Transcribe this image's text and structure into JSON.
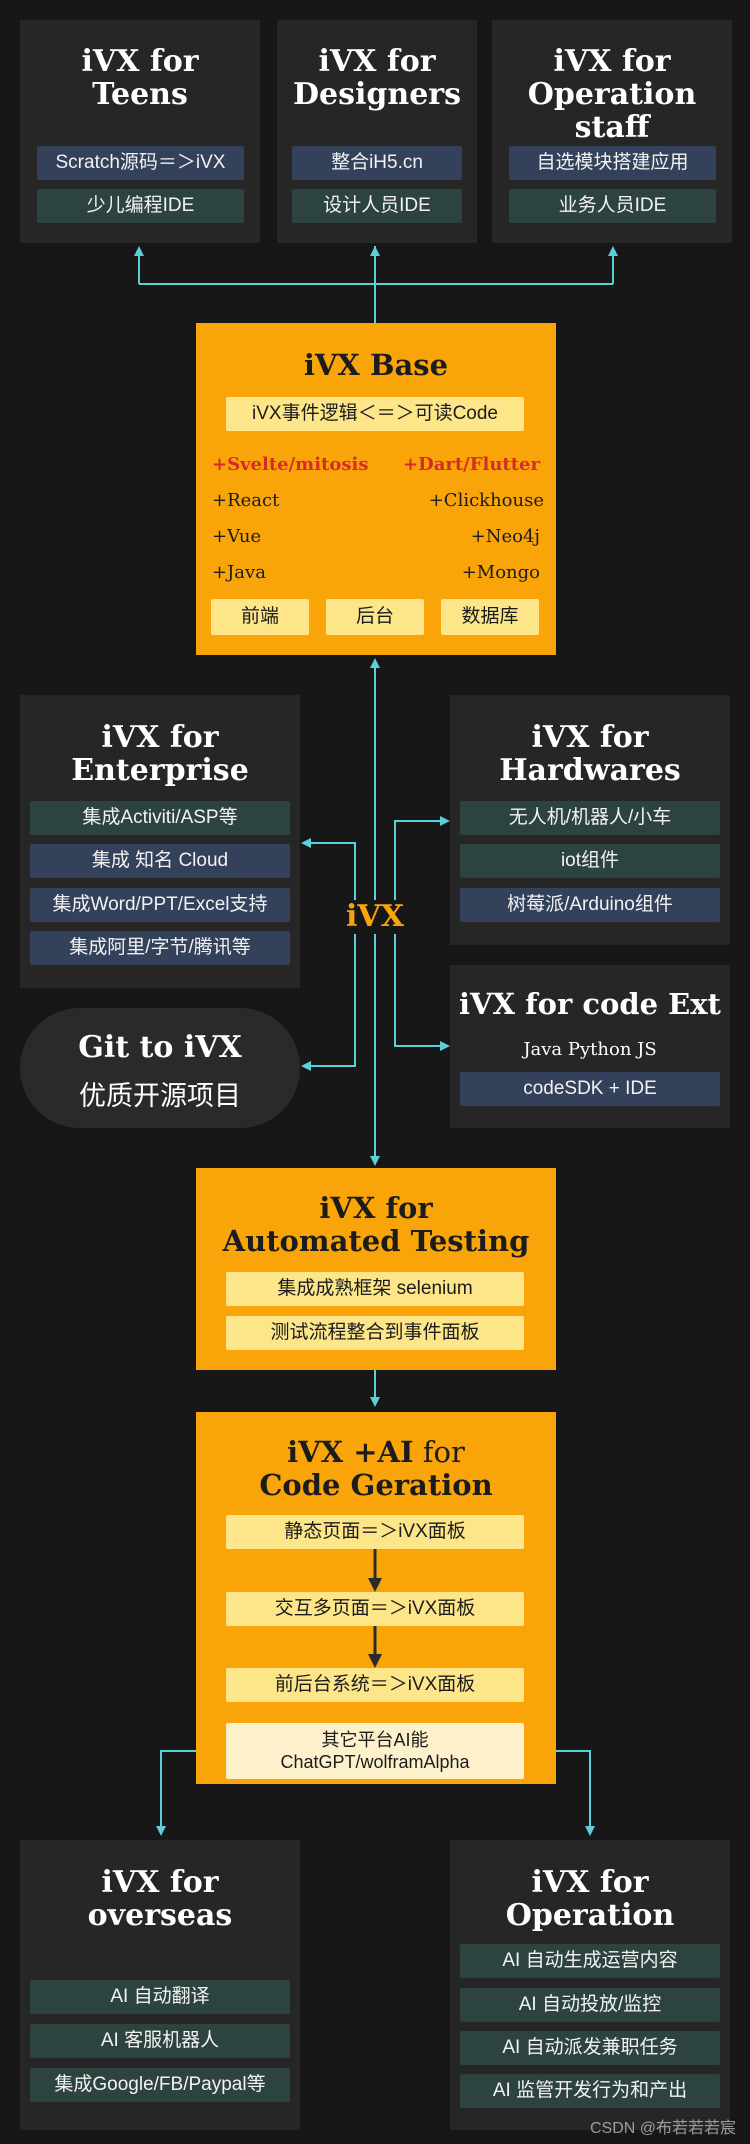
{
  "teens": {
    "title_line1": "iVX for",
    "title_line2": "Teens",
    "chip1": "Scratch源码＝＞iVX",
    "chip2": "少儿编程IDE"
  },
  "designers": {
    "title_line1": "iVX for",
    "title_line2": "Designers",
    "chip1": "整合iH5.cn",
    "chip2": "设计人员IDE"
  },
  "opstaff": {
    "title_line1": "iVX for",
    "title_line2": "Operation staff",
    "chip1": "自选模块搭建应用",
    "chip2": "业务人员IDE"
  },
  "base": {
    "title": "iVX Base",
    "subtitle": "iVX事件逻辑＜＝＞可读Code",
    "left_items": [
      "+Svelte/mitosis",
      "+React",
      "+Vue",
      "+Java"
    ],
    "right_items": [
      "+Dart/Flutter",
      "+Clickhouse",
      "+Neo4j",
      "+Mongo"
    ],
    "buttons": [
      "前端",
      "后台",
      "数据库"
    ]
  },
  "enterprise": {
    "title_line1": "iVX for",
    "title_line2": "Enterprise",
    "chips": [
      "集成Activiti/ASP等",
      "集成 知名 Cloud",
      "集成Word/PPT/Excel支持",
      "集成阿里/字节/腾讯等"
    ]
  },
  "hardwares": {
    "title_line1": "iVX for",
    "title_line2": "Hardwares",
    "chips": [
      "无人机/机器人/小车",
      "iot组件",
      "树莓派/Arduino组件"
    ]
  },
  "center_label": "iVX",
  "git": {
    "line1": "Git to iVX",
    "line2": "优质开源项目"
  },
  "codeext": {
    "title": "iVX for code Ext",
    "sub": "Java Python JS",
    "chip": "codeSDK + IDE"
  },
  "testing": {
    "title_line1": "iVX for",
    "title_line2": "Automated Testing",
    "items": [
      "集成成熟框架 selenium",
      "测试流程整合到事件面板"
    ]
  },
  "ai": {
    "title_part1": "iVX +AI",
    "title_part2": " for",
    "title_line2": "Code Geration",
    "steps": [
      "静态页面＝＞iVX面板",
      "交互多页面＝＞iVX面板",
      "前后台系统＝＞iVX面板"
    ],
    "other_line1": "其它平台AI能",
    "other_line2": "ChatGPT/wolframAlpha"
  },
  "overseas": {
    "title_line1": "iVX for",
    "title_line2": "overseas",
    "chips": [
      "AI 自动翻译",
      "AI 客服机器人",
      "集成Google/FB/Paypal等"
    ]
  },
  "operation": {
    "title_line1": "iVX for",
    "title_line2": "Operation",
    "chips": [
      "AI 自动生成运营内容",
      "AI 自动投放/监控",
      "AI 自动派发兼职任务",
      "AI 监管开发行为和产出"
    ]
  },
  "watermark": "CSDN @布若若若宸",
  "colors": {
    "connector": "#5ad1d9",
    "orange": "#f9a50a",
    "yellow": "#fde68a",
    "navy": "#33415a",
    "teal": "#2d433f",
    "accent_text": "#f9a50a"
  }
}
